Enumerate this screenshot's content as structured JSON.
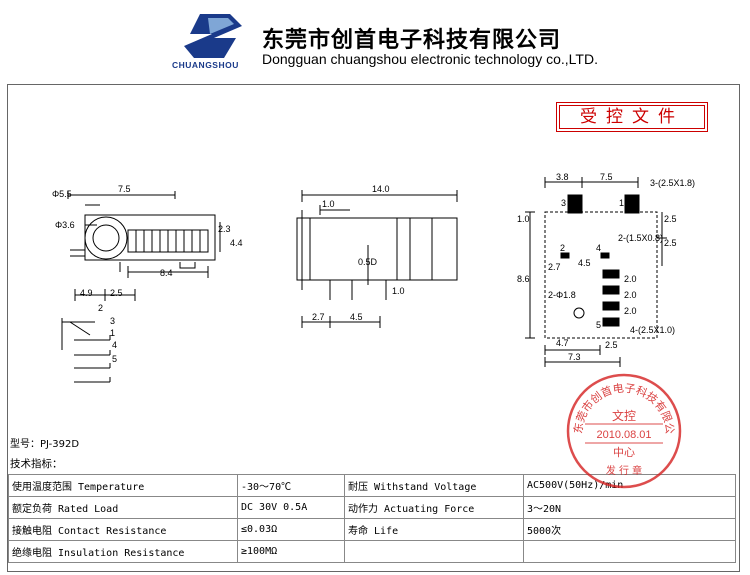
{
  "header": {
    "logo_text": "CHUANGSHOU",
    "company_cn": "东莞市创首电子科技有限公司",
    "company_en": "Dongguan chuangshou electronic technology co.,LTD."
  },
  "controlled_doc": "受控文件",
  "drawing": {
    "side_view": [
      "Φ5.5",
      "7.5",
      "Φ3.6",
      "2.3",
      "4.4",
      "8.4",
      "4.9",
      "2.5"
    ],
    "front_view": [
      "14.0",
      "1.0",
      "0.5D",
      "1.0",
      "2.7",
      "4.5"
    ],
    "pcb_view": [
      "3.8",
      "7.5",
      "3-(2.5X1.8)",
      "1.0",
      "2.5",
      "2.5",
      "2-(1.5X0.8)",
      "2.7",
      "4.5",
      "8.6",
      "2-Φ1.8",
      "2.0",
      "2.0",
      "2.0",
      "4-(2.5X1.0)",
      "4.7",
      "7.3",
      "2.5"
    ],
    "pin_numbers": [
      "2",
      "3",
      "1",
      "4",
      "5"
    ],
    "pad_numbers": [
      "3",
      "1",
      "2",
      "4",
      "5"
    ]
  },
  "model": {
    "label": "型号：",
    "value": "PJ-392D"
  },
  "spec_title": "技术指标：",
  "specs": [
    [
      "使用温度范围 Temperature",
      "-30～70℃",
      "耐压 Withstand Voltage",
      "AC500V(50Hz)/min"
    ],
    [
      "额定负荷 Rated Load",
      "DC 30V 0.5A",
      "动作力 Actuating Force",
      "3～20N"
    ],
    [
      "接触电阻 Contact Resistance",
      "≤0.03Ω",
      "寿命 Life",
      "5000次"
    ],
    [
      "绝缘电阻 Insulation Resistance",
      "≥100MΩ",
      "",
      ""
    ]
  ],
  "stamp": {
    "ring": "东莞市创首电子科技有限公司",
    "line1": "文控",
    "date": "2010.08.01",
    "line2": "中心",
    "line3": "发 行 章"
  },
  "colors": {
    "stamp": "#d42020",
    "logo": "#1a3a8a"
  }
}
